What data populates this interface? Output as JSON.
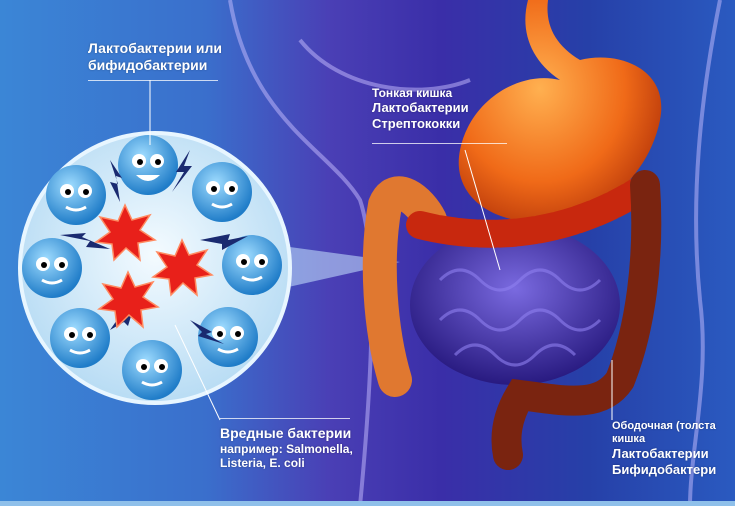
{
  "labels": {
    "good_bacteria": [
      "Лактобактерии или",
      "бифидобактерии"
    ],
    "small_intestine": [
      "Тонкая кишка",
      "Лактобактерии",
      "Стрептококки"
    ],
    "harmful_bacteria": {
      "title": "Вредные бактерии",
      "examples": [
        "например: Salmonella,",
        "Listeria, E. coli"
      ]
    },
    "colon": [
      "Ободочная (толста",
      "кишка",
      "Лактобактерии",
      "Бифидобактери"
    ]
  },
  "colors": {
    "circle": "#d9ecf8",
    "bacteria": "#3aa0e0",
    "harmful": "#e8201a",
    "stomach": "#f07020",
    "small_intestine": "#4a3aa8",
    "colon": "#8a2a10"
  }
}
